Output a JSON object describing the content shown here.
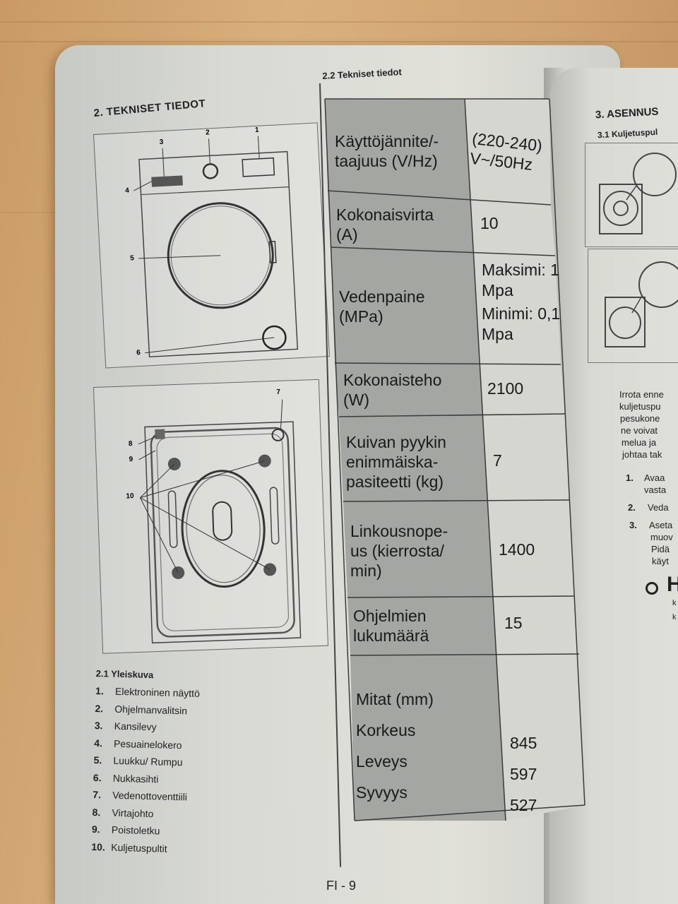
{
  "section_title": "2. TEKNISET TIEDOT",
  "subsection_title": "2.2 Tekniset tiedot",
  "diagram_labels": {
    "top": [
      "1",
      "2",
      "3",
      "4",
      "5",
      "6"
    ],
    "bottom": [
      "7",
      "8",
      "9",
      "10"
    ]
  },
  "overview": {
    "title": "2.1 Yleiskuva",
    "items": [
      {
        "num": "1.",
        "label": "Elektroninen näyttö"
      },
      {
        "num": "2.",
        "label": "Ohjelmanvalitsin"
      },
      {
        "num": "3.",
        "label": "Kansilevy"
      },
      {
        "num": "4.",
        "label": "Pesuainelokero"
      },
      {
        "num": "5.",
        "label": "Luukku/ Rumpu"
      },
      {
        "num": "6.",
        "label": "Nukkasihti"
      },
      {
        "num": "7.",
        "label": "Vedenottoventtiili"
      },
      {
        "num": "8.",
        "label": "Virtajohto"
      },
      {
        "num": "9.",
        "label": "Poistoletku"
      },
      {
        "num": "10.",
        "label": "Kuljetuspultit"
      }
    ]
  },
  "specs": {
    "rows": [
      {
        "label": [
          "Käyttöjännite/-",
          "taajuus (V/Hz)"
        ],
        "value": [
          "(220-240)",
          "V~/50Hz"
        ]
      },
      {
        "label": [
          "Kokonaisvirta",
          "(A)"
        ],
        "value": [
          "10"
        ]
      },
      {
        "label": [
          "Vedenpaine",
          "(MPa)"
        ],
        "value": [
          "Maksimi: 1",
          "Mpa",
          "Minimi: 0,1",
          "Mpa"
        ]
      },
      {
        "label": [
          "Kokonaisteho",
          "(W)"
        ],
        "value": [
          "2100"
        ]
      },
      {
        "label": [
          "Kuivan pyykin",
          "enimmäiska-",
          "pasiteetti (kg)"
        ],
        "value": [
          "7"
        ]
      },
      {
        "label": [
          "Linkousnope-",
          "us (kierrosta/",
          "min)"
        ],
        "value": [
          "1400"
        ]
      },
      {
        "label": [
          "Ohjelmien",
          "lukumäärä"
        ],
        "value": [
          "15"
        ]
      },
      {
        "label": [
          "Mitat (mm)",
          "Korkeus",
          "Leveys",
          "Syvyys"
        ],
        "value": [
          "845",
          "597",
          "527"
        ]
      }
    ]
  },
  "page_number": "FI - 9",
  "right_page": {
    "title": "3. ASENNUS",
    "subtitle": "3.1 Kuljetuspul",
    "lines": [
      "Irrota enne",
      "kuljetuspu",
      "pesukone",
      "ne voivat",
      "melua ja",
      "johtaa tak"
    ],
    "steps": [
      {
        "num": "1.",
        "text": "Avaa"
      },
      {
        "num": "",
        "text": "vasta"
      },
      {
        "num": "2.",
        "text": "Veda"
      },
      {
        "num": "3.",
        "text": "Aseta"
      },
      {
        "num": "",
        "text": "muov"
      },
      {
        "num": "",
        "text": "Pidä"
      },
      {
        "num": "",
        "text": "käyt"
      }
    ],
    "bullet_letter": "H",
    "bullet_tail": [
      "k",
      "k"
    ]
  },
  "colors": {
    "label_cell": "#a4a6a2",
    "value_cell": "#d5d6d0",
    "line": "#3a3a3a"
  }
}
